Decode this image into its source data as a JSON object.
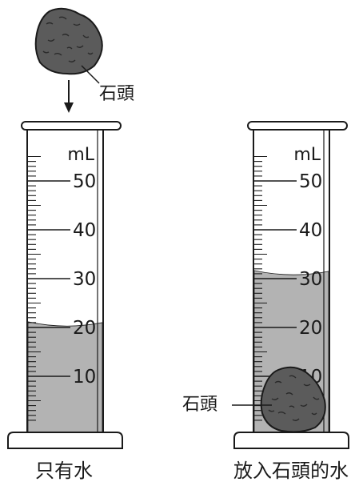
{
  "unit": "mL",
  "scale": {
    "min": 0,
    "max": 55,
    "major_step": 10,
    "minor_step": 1,
    "major_labels": [
      "10",
      "20",
      "30",
      "40",
      "50"
    ]
  },
  "stone_label": "石頭",
  "cylinders": [
    {
      "caption": "只有水",
      "water_level": 20.5
    },
    {
      "caption": "放入石頭的水",
      "water_level": 31
    }
  ],
  "colors": {
    "water": "#b3b3b3",
    "stone": "#5b5b5b",
    "stone_texture": "#2a2a2a",
    "outline": "#1a1a1a"
  }
}
